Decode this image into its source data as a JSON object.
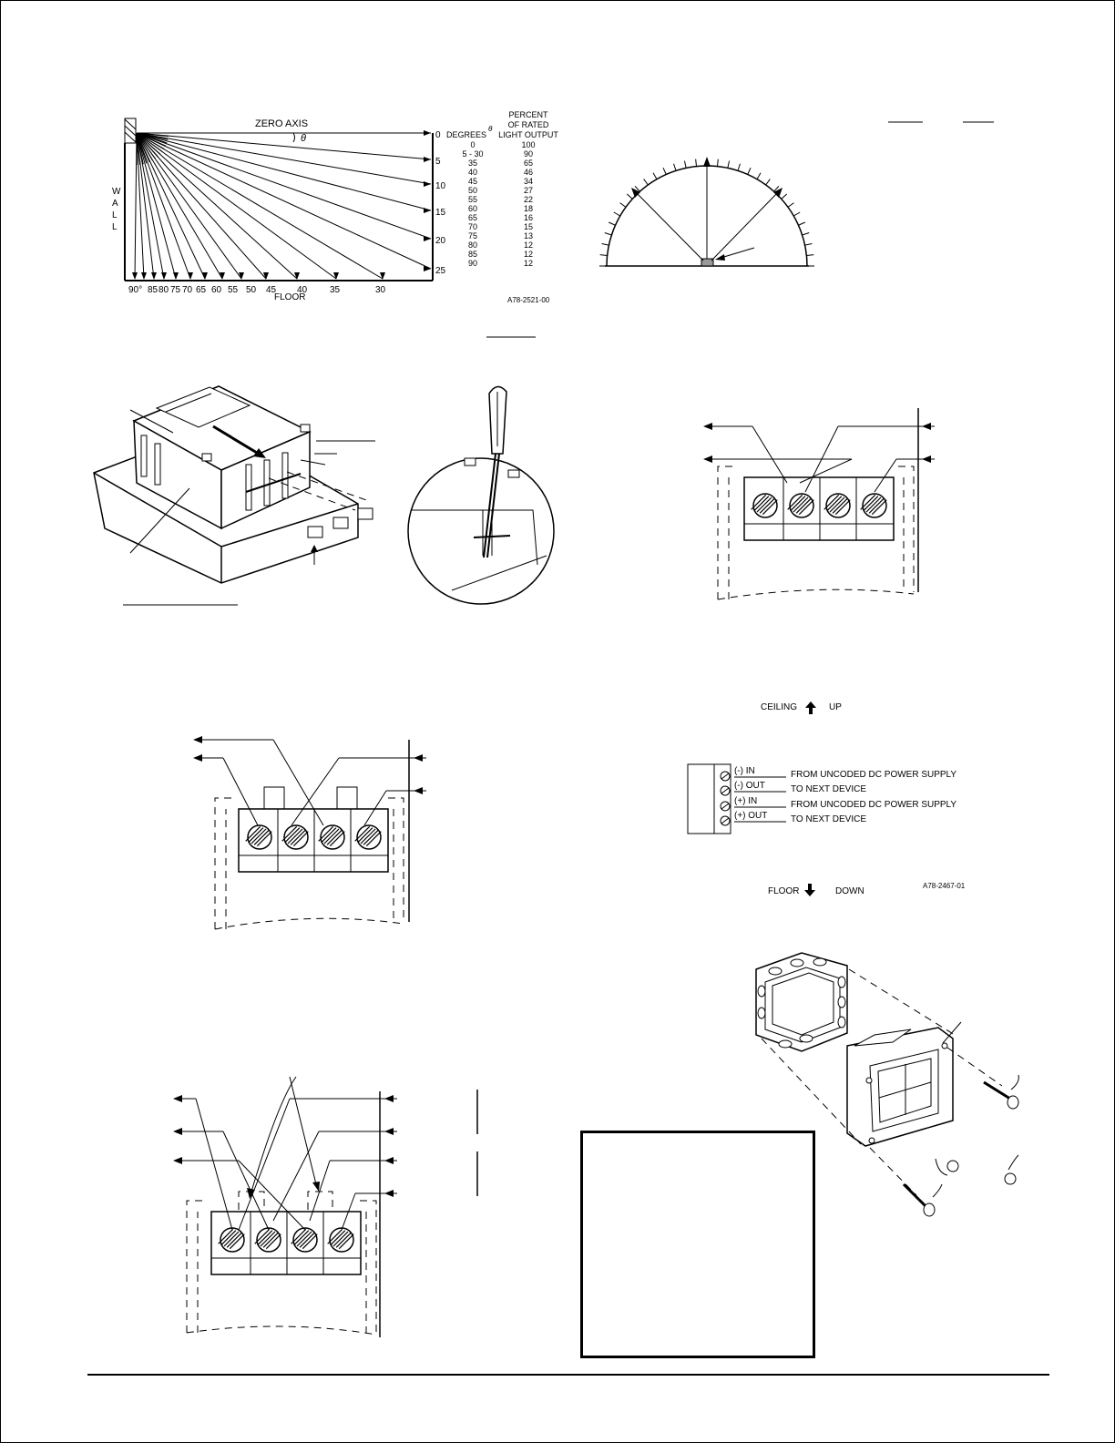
{
  "fig_light": {
    "zero_axis": "ZERO AXIS",
    "theta": "θ",
    "wall": [
      "W",
      "A",
      "L",
      "L"
    ],
    "floor": "FLOOR",
    "floor_ticks": [
      "90°",
      "85",
      "80",
      "75",
      "70",
      "65",
      "60",
      "55",
      "50",
      "45",
      "40",
      "35",
      "30"
    ],
    "right_ticks": [
      "0",
      "5",
      "10",
      "15",
      "20",
      "25"
    ],
    "table_header": {
      "degrees": "DEGREES",
      "pct1": "PERCENT",
      "pct2": "OF RATED",
      "pct3": "LIGHT OUTPUT"
    },
    "table_degrees": [
      "0",
      "5 - 30",
      "35",
      "40",
      "45",
      "50",
      "55",
      "60",
      "65",
      "70",
      "75",
      "80",
      "85",
      "90"
    ],
    "table_percent": [
      "100",
      "90",
      "65",
      "46",
      "34",
      "27",
      "22",
      "18",
      "16",
      "15",
      "13",
      "12",
      "12",
      "12"
    ],
    "code": "A78-2521-00"
  },
  "fig_wiring": {
    "ceiling": "CEILING",
    "up": "UP",
    "floor": "FLOOR",
    "down": "DOWN",
    "terminals": [
      "(-) IN",
      "(-) OUT",
      "(+) IN",
      "(+) OUT"
    ],
    "descriptions": [
      "FROM UNCODED DC POWER SUPPLY",
      "TO NEXT DEVICE",
      "FROM UNCODED DC POWER SUPPLY",
      "TO NEXT DEVICE"
    ],
    "code": "A78-2467-01"
  },
  "colors": {
    "line": "#000000",
    "lens": "#999999"
  }
}
